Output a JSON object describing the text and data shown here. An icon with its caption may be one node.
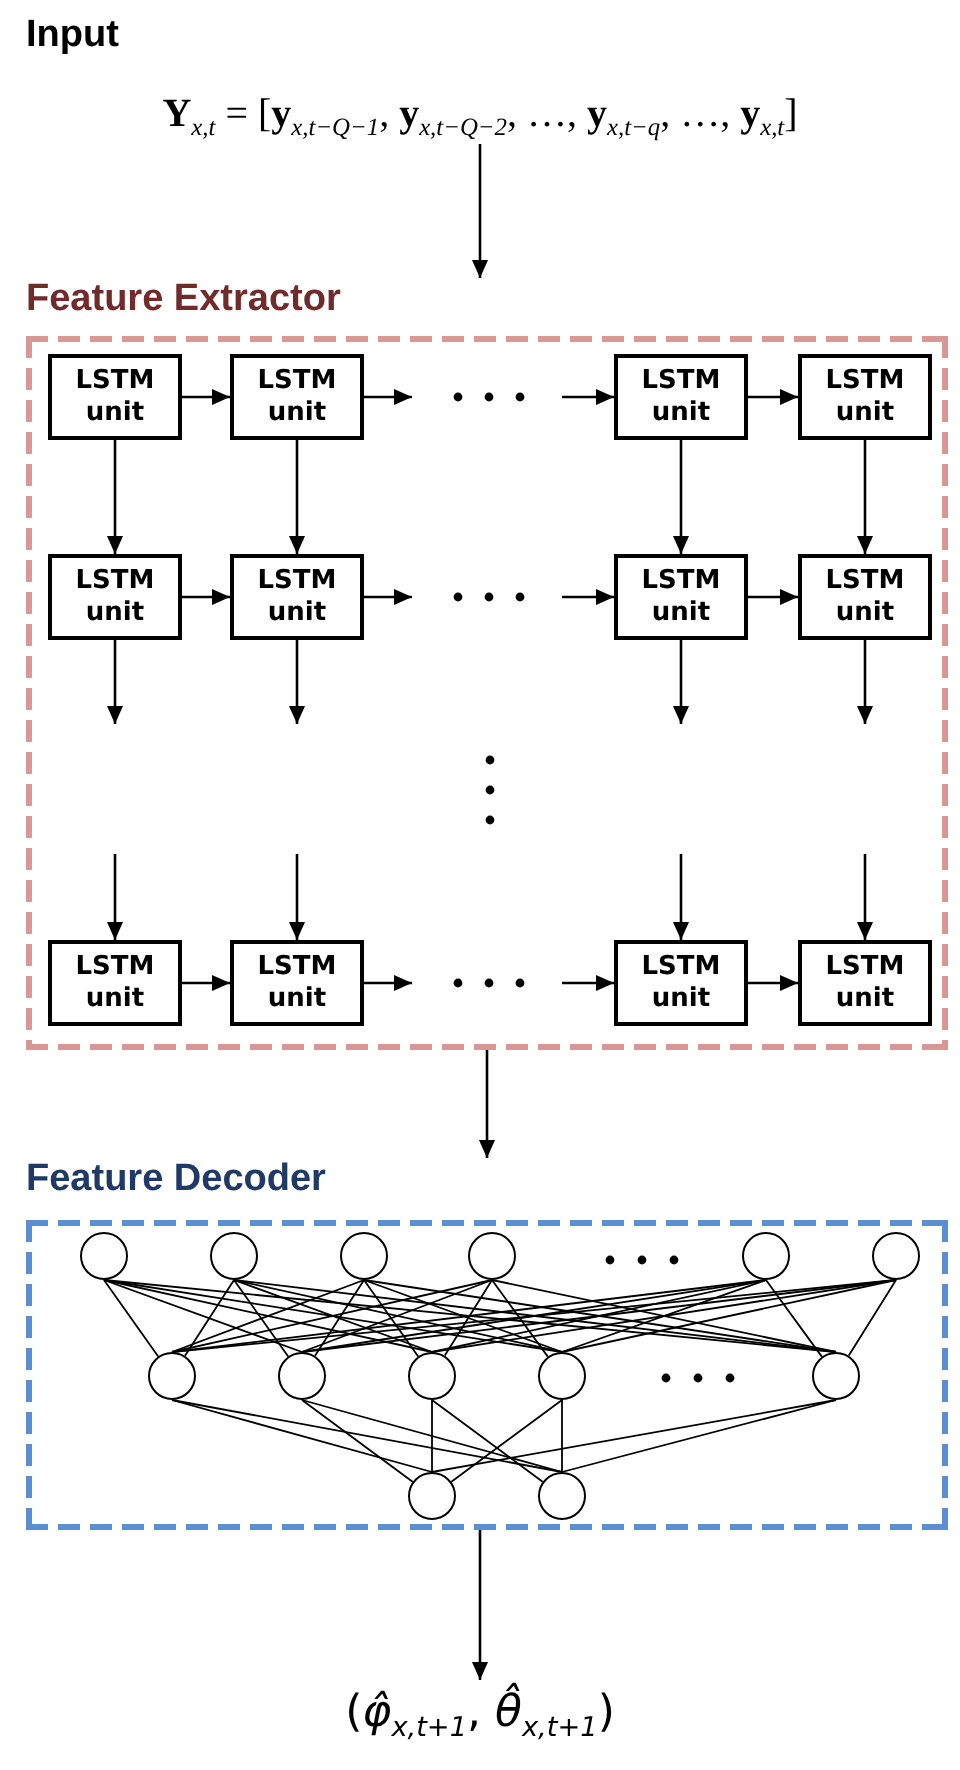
{
  "diagram": {
    "nodes": [
      {
        "text": [
          "**Y**$_{x,t}$ = [**y**$_{x,t−Q−1}$, **y**$_{x,t−Q−2}$, …, **y**$_{x,t−q}$, …, **y**$_{x,t}$]"
        ]
      },
      {
        "text": [
          "Feature Extractor"
        ]
      },
      {
        "text": [
          "LSTM unit"
        ],
        "in": 1
      },
      {
        "text": [
          "LSTM unit"
        ],
        "in": 1
      },
      {
        "text": [
          "LSTM unit"
        ],
        "in": 1
      },
      {
        "text": [
          "LSTM unit"
        ],
        "in": 1
      },
      {
        "text": [
          "LSTM unit"
        ],
        "in": 1
      },
      {
        "text": [
          "LSTM unit"
        ],
        "in": 1
      },
      {
        "text": [
          "LSTM unit"
        ],
        "in": 1
      },
      {
        "text": [
          "LSTM unit"
        ],
        "in": 1
      },
      {
        "text": [
          "LSTM unit"
        ],
        "in": 1
      },
      {
        "text": [
          "LSTM unit"
        ],
        "in": 1
      },
      {
        "text": [
          "LSTM unit"
        ],
        "in": 1
      },
      {
        "text": [
          "LSTM unit"
        ],
        "in": 1
      },
      {
        "text": [
          "Feature Decoder"
        ]
      },
      {
        "text": [],
        "shape": "circle",
        "in": 14
      },
      {
        "text": [],
        "shape": "circle",
        "in": 14
      },
      {
        "text": [],
        "shape": "circle",
        "in": 14
      },
      {
        "text": [],
        "shape": "circle",
        "in": 14
      },
      {
        "text": [],
        "shape": "circle",
        "in": 14
      },
      {
        "text": [],
        "shape": "circle",
        "in": 14
      },
      {
        "text": [],
        "shape": "circle",
        "in": 14
      },
      {
        "text": [],
        "shape": "circle",
        "in": 14
      },
      {
        "text": [],
        "shape": "circle",
        "in": 14
      },
      {
        "text": [],
        "shape": "circle",
        "in": 14
      },
      {
        "text": [],
        "shape": "circle",
        "in": 14
      },
      {
        "text": [],
        "shape": "circle",
        "in": 14
      },
      {
        "text": [],
        "shape": "circle",
        "in": 14
      },
      {
        "text": [
          "(*φ̂*$_{x,t+1}$, *θ̂*$_{x,t+1}$)"
        ]
      }
    ],
    "edges": [
      {
        "from": 0,
        "to": 1,
        "arrow": "to"
      },
      {
        "from": 2,
        "to": 3,
        "arrow": "to"
      },
      {
        "from": 3,
        "to": null,
        "arrow": "to"
      },
      {
        "from": null,
        "to": 4,
        "arrow": "to"
      },
      {
        "from": 4,
        "to": 5,
        "arrow": "to"
      },
      {
        "from": 2,
        "to": 6,
        "arrow": "to"
      },
      {
        "from": 3,
        "to": 7,
        "arrow": "to"
      },
      {
        "from": 4,
        "to": 8,
        "arrow": "to"
      },
      {
        "from": 5,
        "to": 9,
        "arrow": "to"
      },
      {
        "from": 6,
        "to": 7,
        "arrow": "to"
      },
      {
        "from": 7,
        "to": null,
        "arrow": "to"
      },
      {
        "from": null,
        "to": 8,
        "arrow": "to"
      },
      {
        "from": 8,
        "to": 9,
        "arrow": "to"
      },
      {
        "from": 6,
        "to": null,
        "arrow": "to"
      },
      {
        "from": 7,
        "to": null,
        "arrow": "to"
      },
      {
        "from": 8,
        "to": null,
        "arrow": "to"
      },
      {
        "from": 9,
        "to": null,
        "arrow": "to"
      },
      {
        "from": null,
        "to": 10,
        "arrow": "to"
      },
      {
        "from": null,
        "to": 11,
        "arrow": "to"
      },
      {
        "from": null,
        "to": 12,
        "arrow": "to"
      },
      {
        "from": null,
        "to": 13,
        "arrow": "to"
      },
      {
        "from": 10,
        "to": 11,
        "arrow": "to"
      },
      {
        "from": 11,
        "to": null,
        "arrow": "to"
      },
      {
        "from": null,
        "to": 12,
        "arrow": "to"
      },
      {
        "from": 12,
        "to": 13,
        "arrow": "to"
      },
      {
        "from": 1,
        "to": 14,
        "arrow": "to"
      },
      {
        "from": 15,
        "to": 21,
        "arrow": "none"
      },
      {
        "from": 15,
        "to": 22,
        "arrow": "none"
      },
      {
        "from": 15,
        "to": 23,
        "arrow": "none"
      },
      {
        "from": 15,
        "to": 24,
        "arrow": "none"
      },
      {
        "from": 15,
        "to": 25,
        "arrow": "none"
      },
      {
        "from": 16,
        "to": 21,
        "arrow": "none"
      },
      {
        "from": 16,
        "to": 22,
        "arrow": "none"
      },
      {
        "from": 16,
        "to": 23,
        "arrow": "none"
      },
      {
        "from": 16,
        "to": 24,
        "arrow": "none"
      },
      {
        "from": 16,
        "to": 25,
        "arrow": "none"
      },
      {
        "from": 17,
        "to": 21,
        "arrow": "none"
      },
      {
        "from": 17,
        "to": 22,
        "arrow": "none"
      },
      {
        "from": 17,
        "to": 23,
        "arrow": "none"
      },
      {
        "from": 17,
        "to": 24,
        "arrow": "none"
      },
      {
        "from": 17,
        "to": 25,
        "arrow": "none"
      },
      {
        "from": 18,
        "to": 21,
        "arrow": "none"
      },
      {
        "from": 18,
        "to": 22,
        "arrow": "none"
      },
      {
        "from": 18,
        "to": 23,
        "arrow": "none"
      },
      {
        "from": 18,
        "to": 24,
        "arrow": "none"
      },
      {
        "from": 18,
        "to": 25,
        "arrow": "none"
      },
      {
        "from": 19,
        "to": 21,
        "arrow": "none"
      },
      {
        "from": 19,
        "to": 22,
        "arrow": "none"
      },
      {
        "from": 19,
        "to": 23,
        "arrow": "none"
      },
      {
        "from": 19,
        "to": 24,
        "arrow": "none"
      },
      {
        "from": 19,
        "to": 25,
        "arrow": "none"
      },
      {
        "from": 20,
        "to": 21,
        "arrow": "none"
      },
      {
        "from": 20,
        "to": 22,
        "arrow": "none"
      },
      {
        "from": 20,
        "to": 23,
        "arrow": "none"
      },
      {
        "from": 20,
        "to": 24,
        "arrow": "none"
      },
      {
        "from": 20,
        "to": 25,
        "arrow": "none"
      },
      {
        "from": 21,
        "to": 26,
        "arrow": "none"
      },
      {
        "from": 21,
        "to": 27,
        "arrow": "none"
      },
      {
        "from": 22,
        "to": 26,
        "arrow": "none"
      },
      {
        "from": 22,
        "to": 27,
        "arrow": "none"
      },
      {
        "from": 23,
        "to": 26,
        "arrow": "none"
      },
      {
        "from": 23,
        "to": 27,
        "arrow": "none"
      },
      {
        "from": 24,
        "to": 26,
        "arrow": "none"
      },
      {
        "from": 24,
        "to": 27,
        "arrow": "none"
      },
      {
        "from": 25,
        "to": 26,
        "arrow": "none"
      },
      {
        "from": 25,
        "to": 27,
        "arrow": "none"
      },
      {
        "from": 14,
        "to": 28,
        "arrow": "to"
      }
    ],
    "labels": [
      "Input"
    ]
  }
}
